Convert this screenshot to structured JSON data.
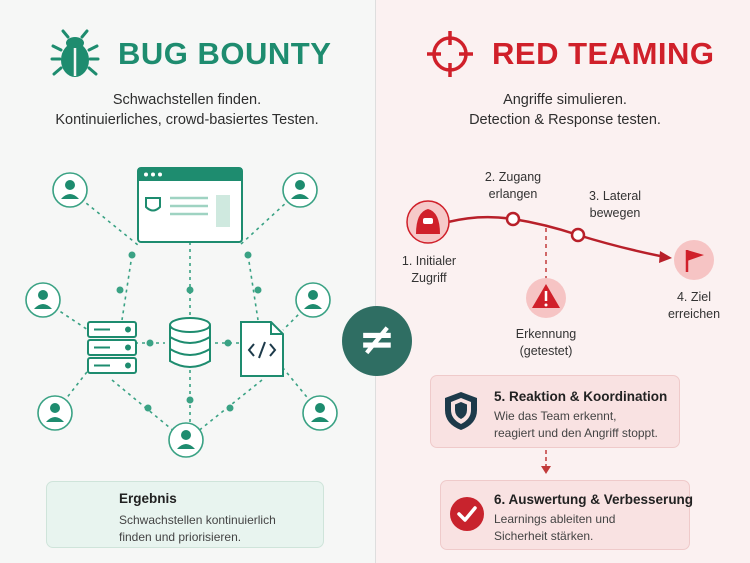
{
  "bug_bounty": {
    "title": "BUG BOUNTY",
    "subtitle_line1": "Schwachstellen finden.",
    "subtitle_line2": "Kontinuierliches, crowd-basiertes Testen.",
    "result": {
      "title": "Ergebnis",
      "text_line1": "Schwachstellen kontinuierlich",
      "text_line2": "finden und priorisieren."
    }
  },
  "red_teaming": {
    "title": "RED TEAMING",
    "subtitle_line1": "Angriffe simulieren.",
    "subtitle_line2": "Detection & Response testen.",
    "steps": [
      {
        "line1": "1. Initialer",
        "line2": "Zugriff"
      },
      {
        "line1": "2. Zugang",
        "line2": "erlangen"
      },
      {
        "line1": "3. Lateral",
        "line2": "bewegen"
      },
      {
        "line1": "4. Ziel",
        "line2": "erreichen"
      }
    ],
    "detection": {
      "line1": "Erkennung",
      "line2": "(getestet)"
    },
    "step5": {
      "title": "5. Reaktion & Koordination",
      "text_line1": "Wie das Team erkennt,",
      "text_line2": "reagiert und den Angriff stoppt."
    },
    "step6": {
      "title": "6. Auswertung & Verbesserung",
      "text_line1": "Learnings ableiten und",
      "text_line2": "Sicherheit stärken."
    }
  },
  "center_symbol": "≠",
  "colors": {
    "green": "#1e8c6f",
    "green_light": "#e8f4ef",
    "red": "#d0202a",
    "red_light": "#f9e2e2",
    "dark_teal": "#2f6e63",
    "navy": "#1d3a4a"
  },
  "icons": [
    "bug-icon",
    "crosshair-icon",
    "user-icon",
    "browser-window-icon",
    "server-icon",
    "database-icon",
    "code-file-icon",
    "hacker-icon",
    "warning-icon",
    "flag-icon",
    "shield-icon",
    "checkmark-icon"
  ]
}
